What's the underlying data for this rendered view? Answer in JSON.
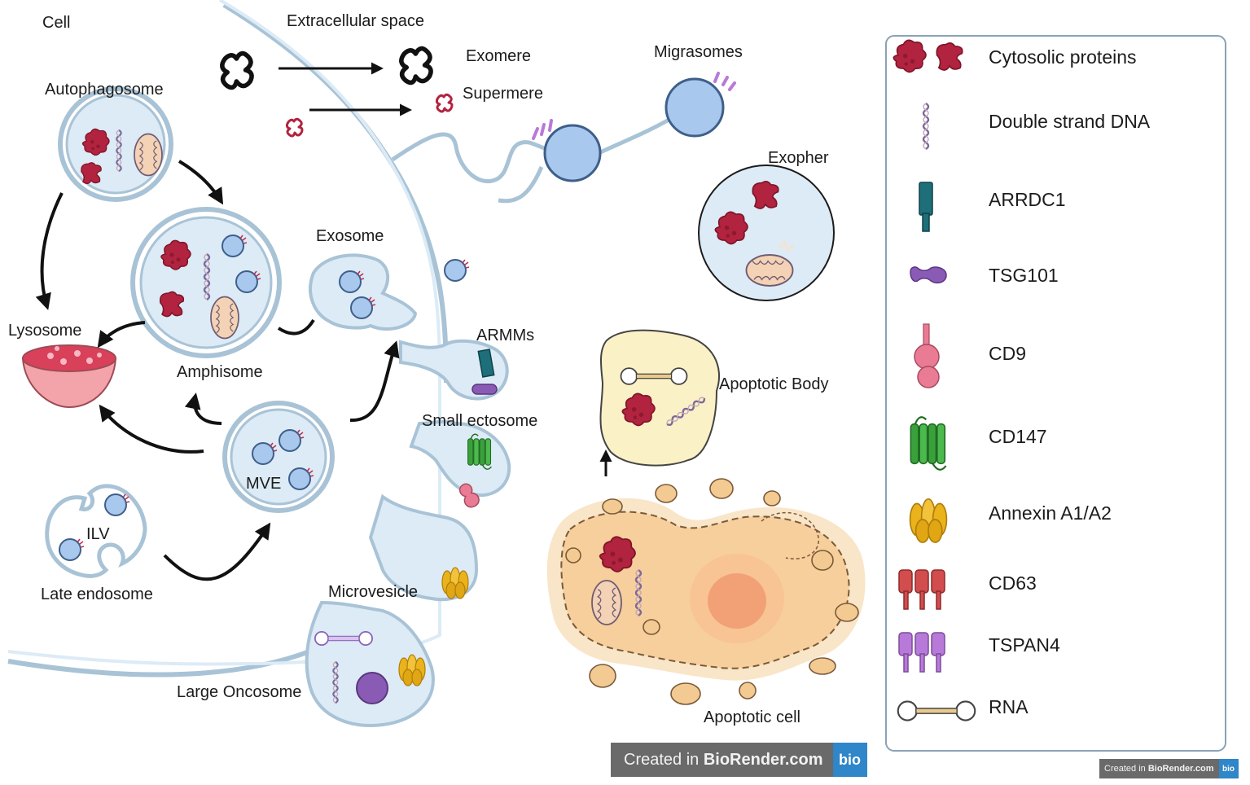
{
  "labels": {
    "cell": "Cell",
    "extracellular_space": "Extracellular space",
    "exomere": "Exomere",
    "supermere": "Supermere",
    "migrasomes": "Migrasomes",
    "autophagosome": "Autophagosome",
    "exopher": "Exopher",
    "exosome": "Exosome",
    "lysosome": "Lysosome",
    "armms": "ARMMs",
    "amphisome": "Amphisome",
    "apoptotic_body": "Apoptotic Body",
    "small_ectosome": "Small ectosome",
    "mve": "MVE",
    "ilv": "ILV",
    "late_endosome": "Late endosome",
    "microvesicle": "Microvesicle",
    "large_oncosome": "Large Oncosome",
    "apoptotic_cell": "Apoptotic cell"
  },
  "legend": [
    {
      "label": "Cytosolic proteins",
      "icon": "cytosolic-protein-icon"
    },
    {
      "label": "Double strand DNA",
      "icon": "dna-icon"
    },
    {
      "label": "ARRDC1",
      "icon": "arrdc1-icon"
    },
    {
      "label": "TSG101",
      "icon": "tsg101-icon"
    },
    {
      "label": "CD9",
      "icon": "cd9-icon"
    },
    {
      "label": "CD147",
      "icon": "cd147-icon"
    },
    {
      "label": "Annexin A1/A2",
      "icon": "annexin-icon"
    },
    {
      "label": "CD63",
      "icon": "cd63-icon"
    },
    {
      "label": "TSPAN4",
      "icon": "tspan4-icon"
    },
    {
      "label": "RNA",
      "icon": "rna-icon"
    }
  ],
  "watermark": {
    "text_prefix": "Created in ",
    "text_brand": "BioRender.com",
    "logo": "bio"
  },
  "colors": {
    "membrane": "#a9c3d6",
    "membrane_fill": "#dcebf6",
    "vesicle_blue": "#a9c8ee",
    "protein_red": "#b2233f",
    "cd147_green": "#3aa03c",
    "annexin_yellow": "#eab31c",
    "cd63_red": "#d24d4d",
    "tspan4_purple": "#b87ad8",
    "tsg101_purple": "#8a5bb5",
    "arrdc1_teal": "#1e6f7a",
    "apoptotic_orange": "#f7dcb4",
    "lysosome_pink": "#f2a4aa"
  }
}
